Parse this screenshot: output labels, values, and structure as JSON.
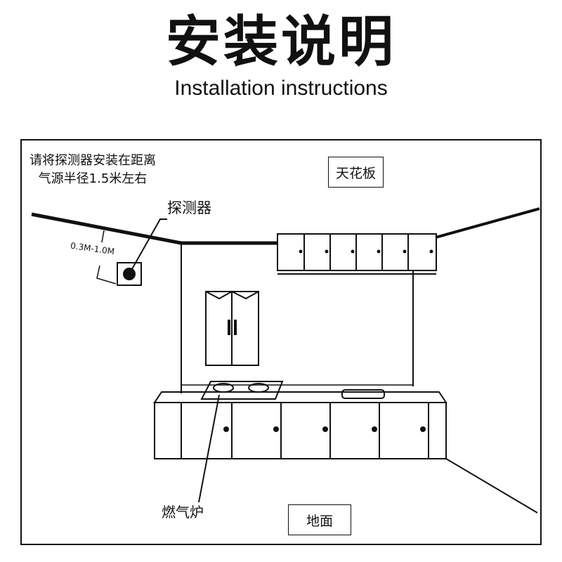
{
  "title": "安装说明",
  "subtitle": "Installation instructions",
  "diagram": {
    "note_line1": "请将探测器安装在距离",
    "note_line2": "气源半径1.5米左右",
    "detector_label": "探测器",
    "distance_label": "0.3M-1.0M",
    "ceiling_label": "天花板",
    "floor_label": "地面",
    "stove_label": "燃气炉"
  }
}
